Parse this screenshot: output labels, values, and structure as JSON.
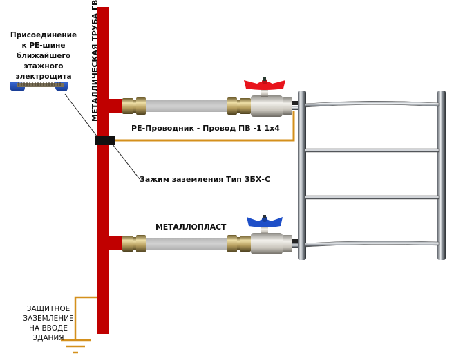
{
  "diagram": {
    "title": "Схема заземления полотенцесушителя",
    "colors": {
      "riser_pipe": "#c00000",
      "pe_conductor": "#d4901c",
      "clamp": "#111111",
      "plastic_pipe": "#c6c6c6",
      "valve_handle_hot": "#e8141c",
      "valve_handle_cold": "#1e4fc8",
      "bus_insulator": "#1f4fb5",
      "chrome": "#9aa0a6"
    },
    "labels": {
      "pe_bus_connection": [
        "Присоединение",
        "к РЕ-шине",
        "ближайшего",
        "этажного",
        "электрощита"
      ],
      "riser_pipe": "МЕТАЛЛИЧЕСКАЯ ТРУБА ГВС",
      "pe_conductor": "РЕ-Проводник - Провод ПВ -1 1х4",
      "ground_clamp": "Зажим заземления Тип ЗБХ-С",
      "metalplast": "МЕТАЛЛОПЛАСТ",
      "building_ground": [
        "ЗАЩИТНОЕ",
        "ЗАЗЕМЛЕНИЕ",
        "НА ВВОДЕ",
        "ЗДАНИЯ"
      ]
    },
    "components": [
      {
        "id": "pe-bus",
        "name": "PE busbar"
      },
      {
        "id": "riser",
        "name": "Metal hot-water riser pipe"
      },
      {
        "id": "clamp",
        "name": "Grounding clamp"
      },
      {
        "id": "upper-pipe",
        "name": "Upper metal-plastic pipe with red ball valve"
      },
      {
        "id": "lower-pipe",
        "name": "Lower metal-plastic pipe with blue ball valve"
      },
      {
        "id": "towel-rail",
        "name": "Heated towel rail (4 bars)"
      },
      {
        "id": "ground-symbol",
        "name": "Protective earth symbol"
      }
    ],
    "towel_rail_bars": 4
  }
}
